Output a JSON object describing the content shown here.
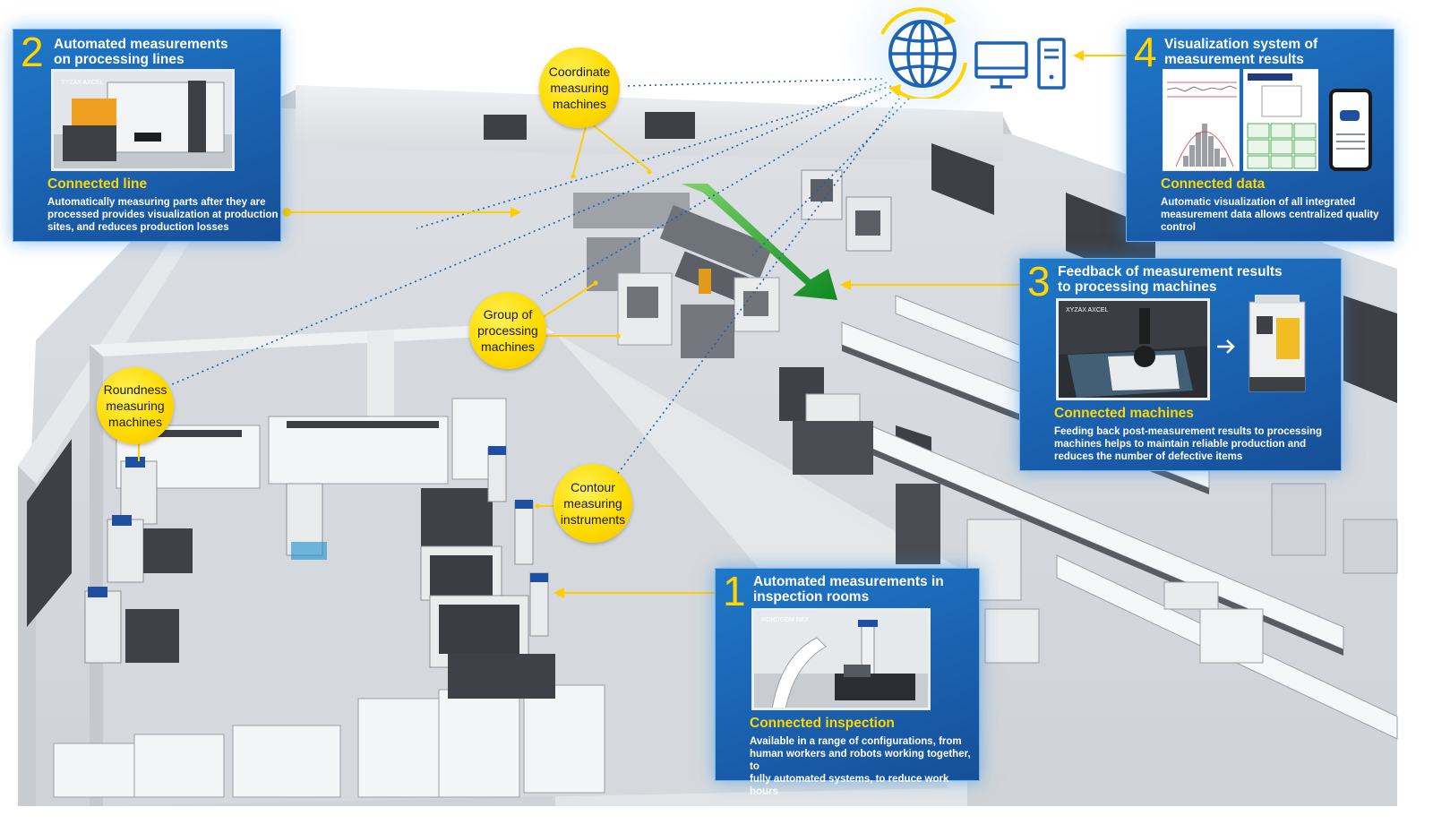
{
  "panels": {
    "p2": {
      "num": "2",
      "title_line1": "Automated measurements",
      "title_line2": "on processing lines",
      "shot_label": "XYZAX AXCEL",
      "sub": "Connected line",
      "desc_line1": "Automatically measuring parts after they are",
      "desc_line2": "processed provides visualization at production",
      "desc_line3": "sites, and reduces production losses"
    },
    "p4": {
      "num": "4",
      "title_line1": "Visualization system of",
      "title_line2": "measurement results",
      "sub": "Connected data",
      "desc_line1": "Automatic visualization of all integrated",
      "desc_line2": "measurement data allows centralized quality",
      "desc_line3": "control"
    },
    "p3": {
      "num": "3",
      "title_line1": "Feedback of measurement results",
      "title_line2": "to processing machines",
      "shot_label": "XYZAX AXCEL",
      "sub": "Connected machines",
      "desc_line1": "Feeding back post-measurement results to processing",
      "desc_line2": "machines helps to maintain reliable production and",
      "desc_line3": "reduces the number of defective items"
    },
    "p1": {
      "num": "1",
      "title_line1": "Automated measurements in",
      "title_line2": "inspection rooms",
      "shot_label": "RONDCOM NEX",
      "sub": "Connected inspection",
      "desc_line1": "Available in a range of configurations, from",
      "desc_line2": "human workers and robots working together, to",
      "desc_line3": "fully automated systems, to reduce work hours"
    }
  },
  "bubbles": {
    "cmm": "Coordinate\nmeasuring\nmachines",
    "group": "Group of\nprocessing\nmachines",
    "roundness": "Roundness\nmeasuring\nmachines",
    "contour": "Contour\nmeasuring\ninstruments"
  },
  "colors": {
    "panel_blue": "#1a62b0",
    "accent_yellow": "#ffd600",
    "connector_dotted": "#1f5fa8",
    "flow_green": "#1f9e2e"
  },
  "icons": [
    "globe-icon",
    "monitor-icon",
    "server-tower-icon",
    "arrow-right-icon"
  ]
}
